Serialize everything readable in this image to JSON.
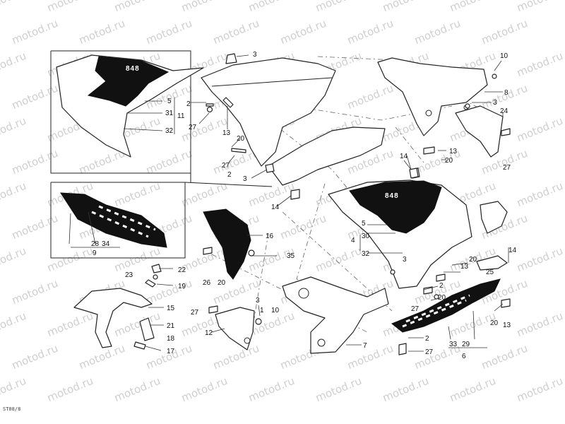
{
  "watermark": "motod.ru",
  "ref_code": "ST08/8",
  "brand_label": "848",
  "callouts": [
    "1",
    "2",
    "3",
    "4",
    "5",
    "6",
    "7",
    "8",
    "9",
    "10",
    "11",
    "12",
    "13",
    "14",
    "15",
    "16",
    "17",
    "18",
    "19",
    "20",
    "21",
    "22",
    "23",
    "24",
    "25",
    "26",
    "27",
    "28",
    "29",
    "30",
    "31",
    "32",
    "33",
    "34",
    "35"
  ]
}
